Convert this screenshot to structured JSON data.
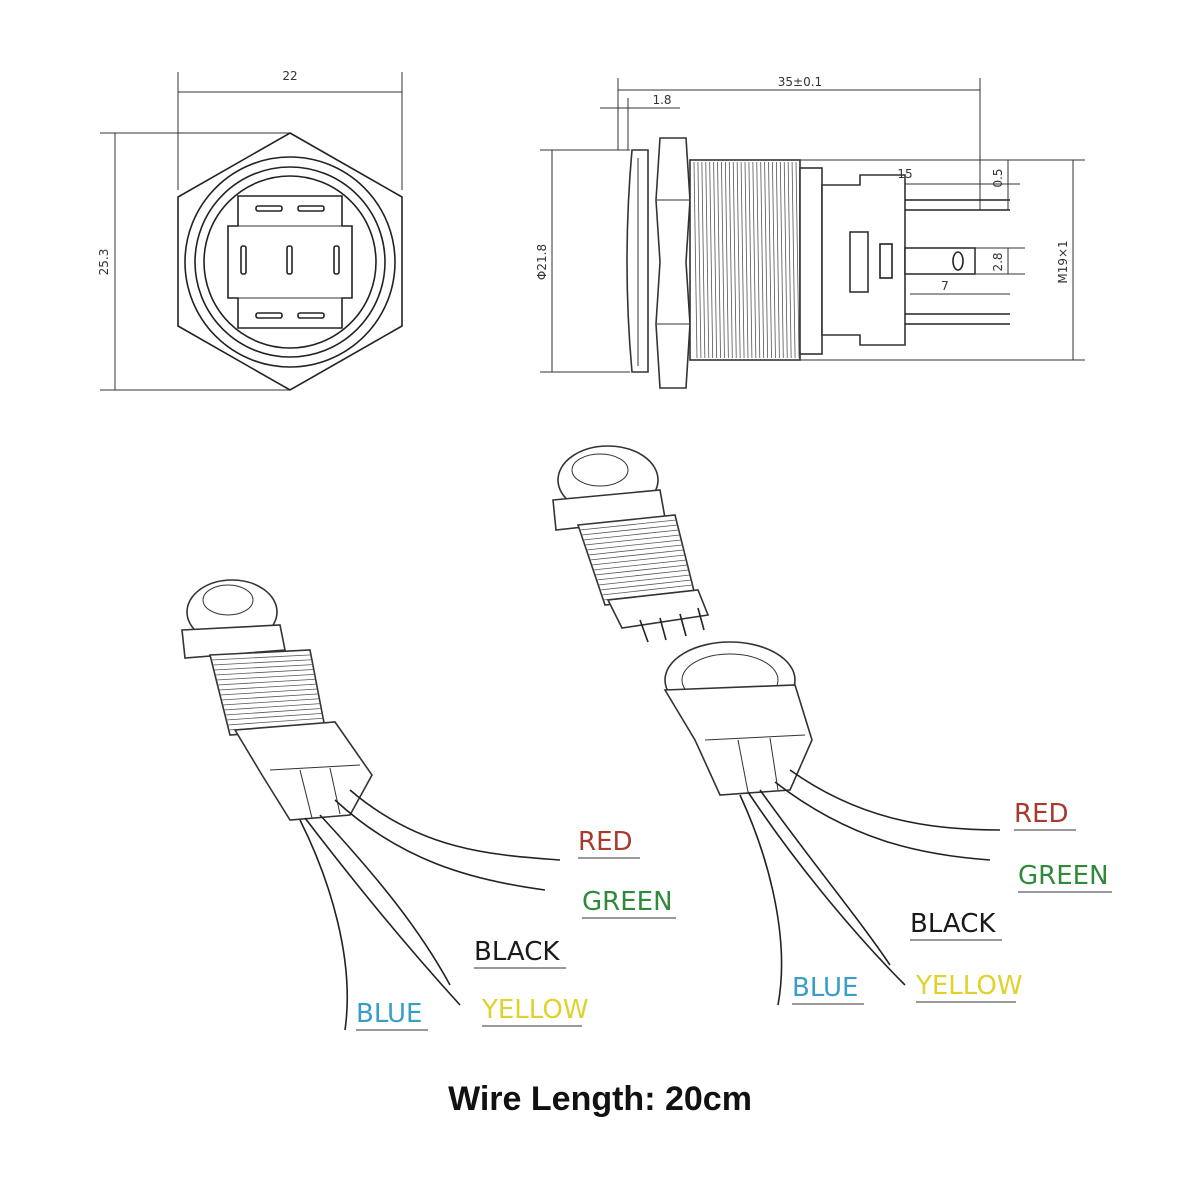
{
  "front_view": {
    "width_dim": "22",
    "height_dim": "25.3"
  },
  "side_view": {
    "length_dim": "35±0.1",
    "flange_dim": "1.8",
    "diameter_dim": "Φ21.8",
    "pin_length_dim": "15",
    "pin_offset_dim": "0.5",
    "pin_gap_dim": "2.8",
    "pin_short_dim": "7",
    "thread_dim": "M19×1"
  },
  "left_assembly": {
    "wires": [
      {
        "label": "RED",
        "color": "#a63a2c"
      },
      {
        "label": "GREEN",
        "color": "#2e8a3a"
      },
      {
        "label": "BLACK",
        "color": "#1a1a1a"
      },
      {
        "label": "YELLOW",
        "color": "#e0d22a"
      },
      {
        "label": "BLUE",
        "color": "#3a9cc8"
      }
    ]
  },
  "right_assembly": {
    "wires": [
      {
        "label": "RED",
        "color": "#a63a2c"
      },
      {
        "label": "GREEN",
        "color": "#2e8a3a"
      },
      {
        "label": "BLACK",
        "color": "#1a1a1a"
      },
      {
        "label": "YELLOW",
        "color": "#e0d22a"
      },
      {
        "label": "BLUE",
        "color": "#3a9cc8"
      }
    ]
  },
  "caption": "Wire Length: 20cm"
}
